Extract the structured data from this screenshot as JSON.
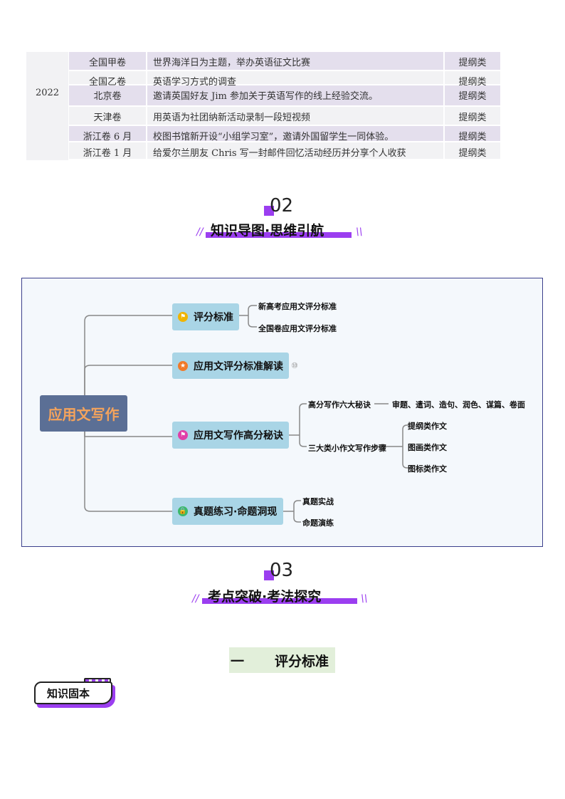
{
  "table": {
    "year": "2022",
    "rows": [
      {
        "paper": "全国甲卷",
        "topic": "世界海洋日为主题，举办英语征文比赛",
        "type": "提纲类"
      },
      {
        "paper": "全国乙卷",
        "topic": "英语学习方式的调查",
        "type": "提纲类"
      },
      {
        "paper": "北京卷",
        "topic": "邀请英国好友 Jim 参加关于英语写作的线上经验交流。",
        "type": "提纲类"
      },
      {
        "paper": "天津卷",
        "topic": "用英语为社团纳新活动录制一段短视频",
        "type": "提纲类"
      },
      {
        "paper": "浙江卷 6 月",
        "topic": "校图书馆新开设“小组学习室”，邀请外国留学生一同体验。",
        "type": "提纲类"
      },
      {
        "paper": "浙江卷 1 月",
        "topic": "给爱尔兰朋友 Chris 写一封邮件回忆活动经历并分享个人收获",
        "type": "提纲类"
      }
    ]
  },
  "section2": {
    "num": "02",
    "title": "知识导图·思维引航"
  },
  "mindmap": {
    "root": "应用文写作",
    "branches": [
      {
        "label": "评分标准",
        "icon": "flag-icon",
        "children": [
          "新高考应用文评分标准",
          "全国卷应用文评分标准"
        ]
      },
      {
        "label": "应用文评分标准解读",
        "icon": "star-icon",
        "badge": "⑩"
      },
      {
        "label": "应用文写作高分秘诀",
        "icon": "flag-icon",
        "children": [
          "高分写作六大秘诀",
          "三大类小作文写作步骤"
        ],
        "secret_detail": "审题、遣词、造句、润色、谋篇、卷面",
        "steps": [
          "提纲类作文",
          "图画类作文",
          "图标类作文"
        ]
      },
      {
        "label": "真题练习·命题洞现",
        "icon": "lock-icon",
        "children": [
          "真题实战",
          "命题演练"
        ]
      }
    ]
  },
  "section3": {
    "num": "03",
    "title": "考点突破·考法探究"
  },
  "heading": {
    "num": "一",
    "title": "评分标准"
  },
  "tag": "知识固本",
  "colors": {
    "accent": "#9b3ef0",
    "row_purple": "#e4dfed",
    "row_gray": "#f2f2f4",
    "node": "#a9d5e6",
    "root": "#5b6f95"
  }
}
